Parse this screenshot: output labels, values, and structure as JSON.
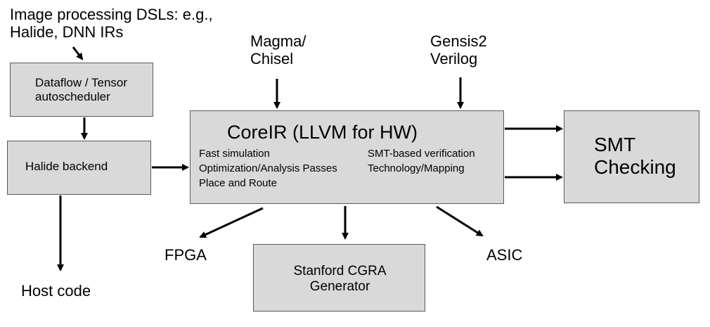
{
  "colors": {
    "box_fill": "#d9d9d9",
    "box_border": "#5a5a5a",
    "arrow": "#000000"
  },
  "inputs": {
    "image_dsl_line1": "Image processing DSLs: e.g.,",
    "image_dsl_line2": "Halide, DNN IRs",
    "magma_line1": "Magma/",
    "magma_line2": "Chisel",
    "gensis_line1": "Gensis2",
    "gensis_line2": "Verilog"
  },
  "boxes": {
    "autoscheduler_line1": "Dataflow / Tensor",
    "autoscheduler_line2": "autoscheduler",
    "halide_backend": "Halide backend",
    "coreir_title": "CoreIR (LLVM for HW)",
    "coreir_left": [
      "Fast simulation",
      "Optimization/Analysis Passes",
      "Place and Route"
    ],
    "coreir_right": [
      "SMT-based verification",
      "Technology/Mapping"
    ],
    "smt_line1": "SMT",
    "smt_line2": "Checking",
    "cgra_line1": "Stanford CGRA",
    "cgra_line2": "Generator"
  },
  "outputs": {
    "fpga": "FPGA",
    "asic": "ASIC",
    "host_code": "Host code"
  }
}
